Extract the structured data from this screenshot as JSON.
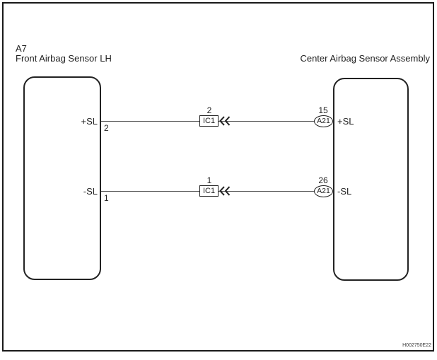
{
  "page": {
    "code": "H002750E22"
  },
  "left_component": {
    "ref": "A7",
    "name": "Front Airbag Sensor LH"
  },
  "right_component": {
    "name": "Center Airbag Sensor Assembly"
  },
  "wires": [
    {
      "left_pin": {
        "label": "+SL",
        "number": "2"
      },
      "junction": {
        "number": "2",
        "label": "IC1",
        "symbol": "double-chevron-left"
      },
      "right_pin": {
        "number": "15",
        "connector": "A21",
        "label": "+SL"
      }
    },
    {
      "left_pin": {
        "label": "-SL",
        "number": "1"
      },
      "junction": {
        "number": "1",
        "label": "IC1",
        "symbol": "double-chevron-left"
      },
      "right_pin": {
        "number": "26",
        "connector": "A21",
        "label": "-SL"
      }
    }
  ],
  "colors": {
    "ink": "#1f1f1f",
    "wire": "#4f4f4f"
  }
}
